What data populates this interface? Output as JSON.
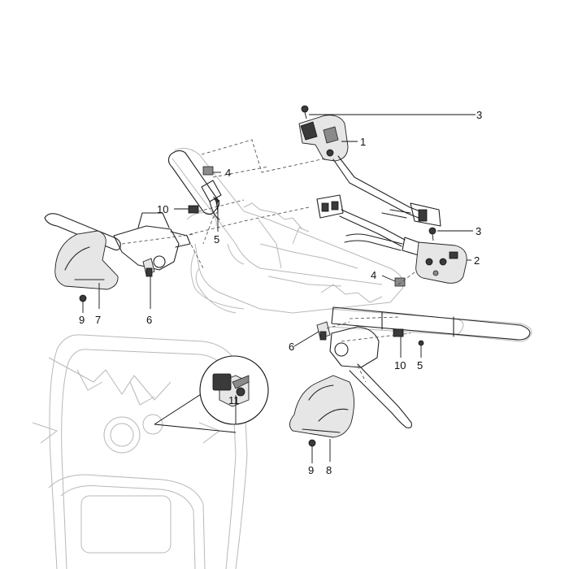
{
  "diagram": {
    "callouts": [
      {
        "id": "c3a",
        "label": "3"
      },
      {
        "id": "c1",
        "label": "1"
      },
      {
        "id": "c4a",
        "label": "4"
      },
      {
        "id": "c10a",
        "label": "10"
      },
      {
        "id": "c5a",
        "label": "5"
      },
      {
        "id": "c3b",
        "label": "3"
      },
      {
        "id": "c2",
        "label": "2"
      },
      {
        "id": "c4b",
        "label": "4"
      },
      {
        "id": "c9a",
        "label": "9"
      },
      {
        "id": "c7",
        "label": "7"
      },
      {
        "id": "c6a",
        "label": "6"
      },
      {
        "id": "c6b",
        "label": "6"
      },
      {
        "id": "c10b",
        "label": "10"
      },
      {
        "id": "c5b",
        "label": "5"
      },
      {
        "id": "c11",
        "label": "11"
      },
      {
        "id": "c9b",
        "label": "9"
      },
      {
        "id": "c8",
        "label": "8"
      }
    ]
  }
}
